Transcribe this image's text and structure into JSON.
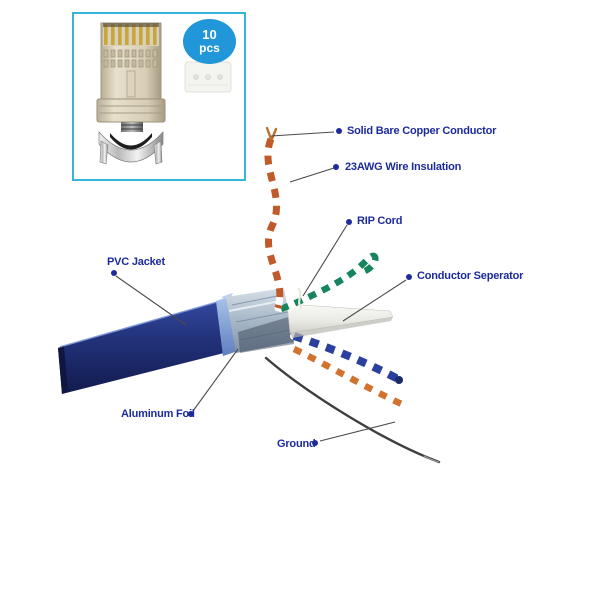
{
  "image": {
    "type": "product-diagram",
    "background": "#ffffff"
  },
  "inset": {
    "border_color": "#35b6d9",
    "badge": {
      "line1": "10",
      "line2": "pcs",
      "bg_color": "#2196d9",
      "text_color": "#ffffff"
    },
    "pictured_items": [
      {
        "name": "shielded-rj45-connector"
      },
      {
        "name": "white-connector-insert"
      }
    ]
  },
  "labels": [
    {
      "text": "Solid Bare Copper Conductor"
    },
    {
      "text": "23AWG Wire Insulation"
    },
    {
      "text": "RIP Cord"
    },
    {
      "text": "Conductor Seperator"
    },
    {
      "text": "PVC Jacket"
    },
    {
      "text": "Aluminum Foil"
    },
    {
      "text": "Ground"
    }
  ],
  "colors": {
    "label_text": "#1d2b9b",
    "leader_line": "#4a4a4a",
    "jacket_blue": "#24357f",
    "jacket_cut_edge": "#7d9fd6",
    "foil_silver": "#aebccb",
    "wire_orange": "#c05a2a",
    "wire_green": "#17855c",
    "wire_blue": "#2b3f9e",
    "copper": "#b87333",
    "ground_wire": "#3f3f3f",
    "separator_white": "#f2f2ef"
  }
}
